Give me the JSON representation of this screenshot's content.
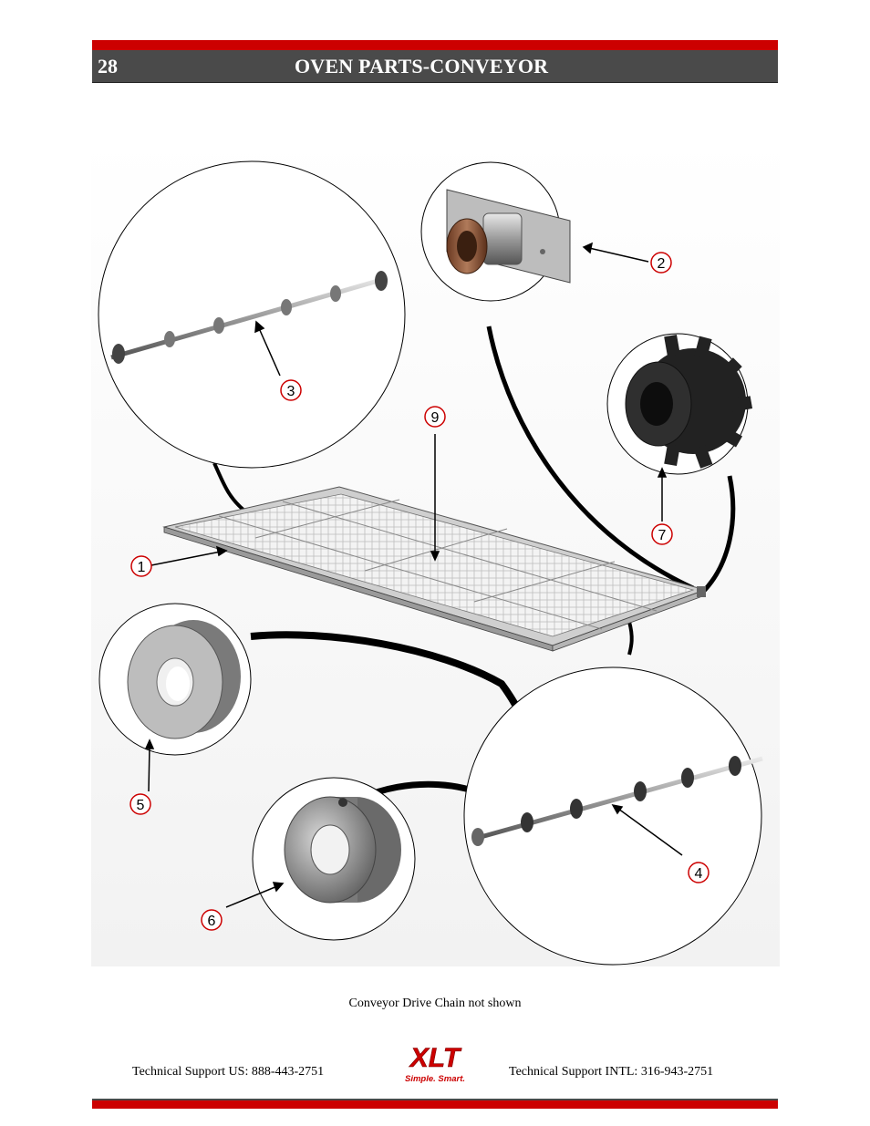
{
  "header": {
    "page_number": "28",
    "title": "OVEN PARTS-CONVEYOR"
  },
  "callouts": [
    "1",
    "2",
    "3",
    "4",
    "5",
    "6",
    "7",
    "9"
  ],
  "caption": "Conveyor Drive Chain not shown",
  "footer": {
    "support_us": "Technical Support  US:  888-443-2751",
    "support_intl": "Technical Support  INTL:  316-943-2751",
    "logo_text": "XLT",
    "logo_tagline": "Simple. Smart."
  },
  "colors": {
    "accent_red": "#cc0000",
    "header_gray": "#4a4a4a"
  }
}
